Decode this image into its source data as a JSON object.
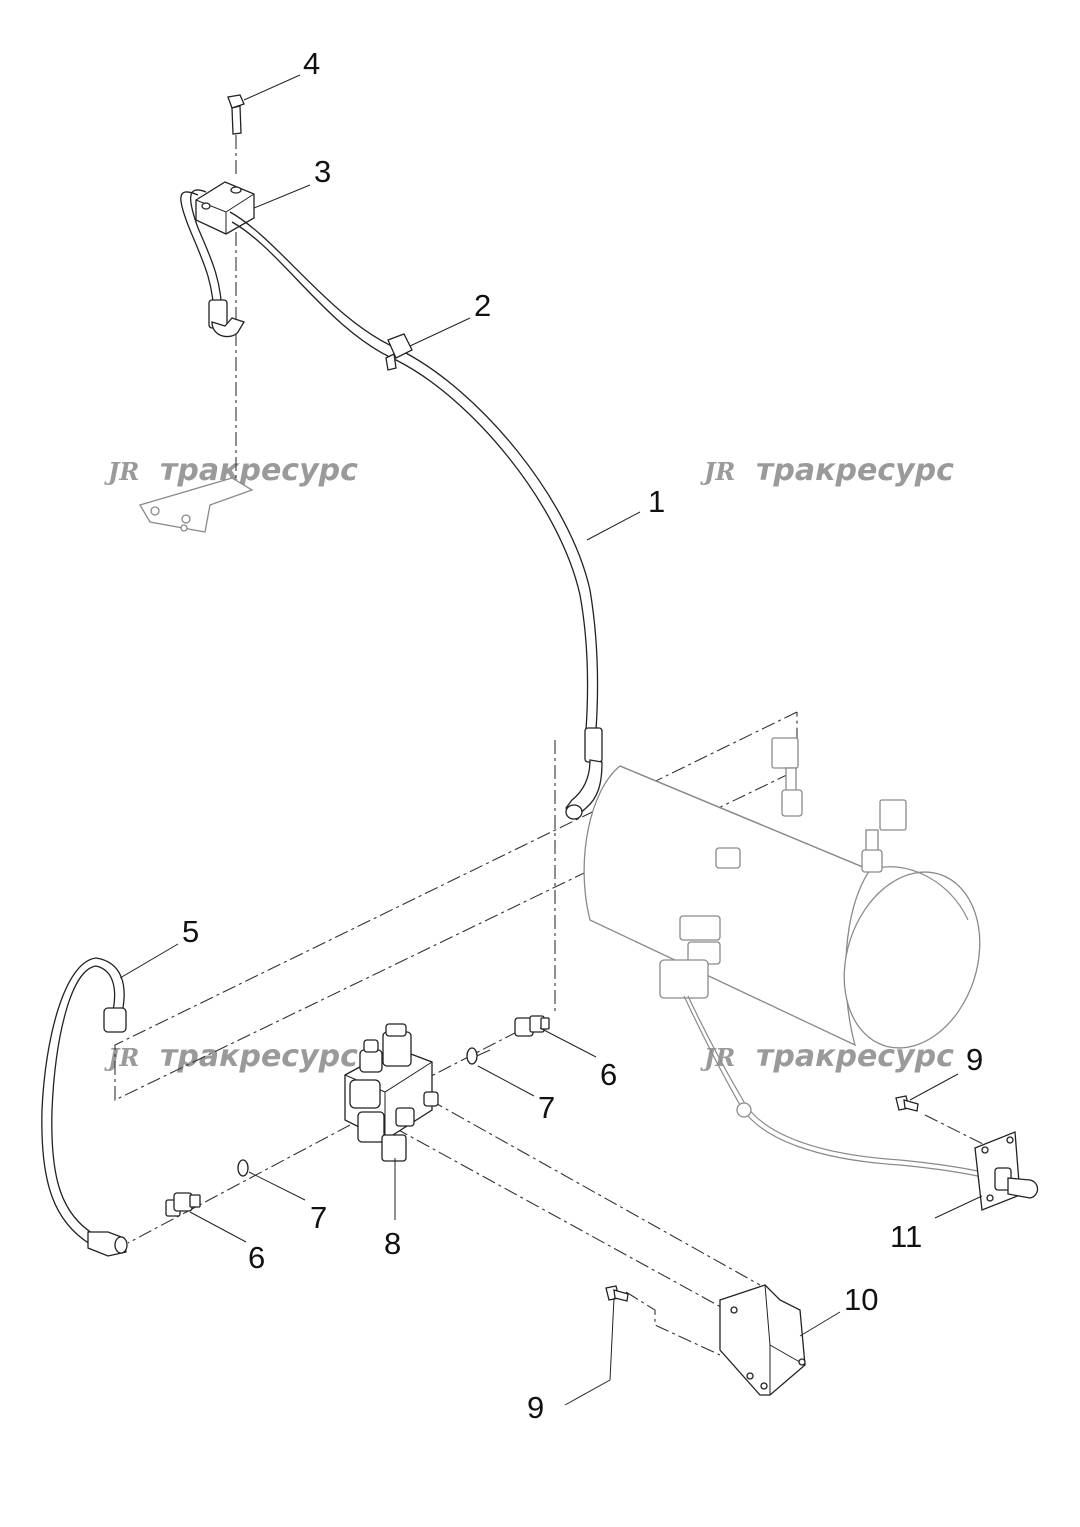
{
  "watermark": {
    "mark": "ЈR",
    "text": "тракресурс"
  },
  "callouts": {
    "c1": "1",
    "c2": "2",
    "c3": "3",
    "c4": "4",
    "c5": "5",
    "c6a": "6",
    "c6b": "6",
    "c7a": "7",
    "c7b": "7",
    "c8": "8",
    "c9a": "9",
    "c9b": "9",
    "c10": "10",
    "c11": "11"
  },
  "colors": {
    "line": "#222222",
    "ghost_part": "#8a8a8a",
    "watermark": "#9a9a9a"
  }
}
